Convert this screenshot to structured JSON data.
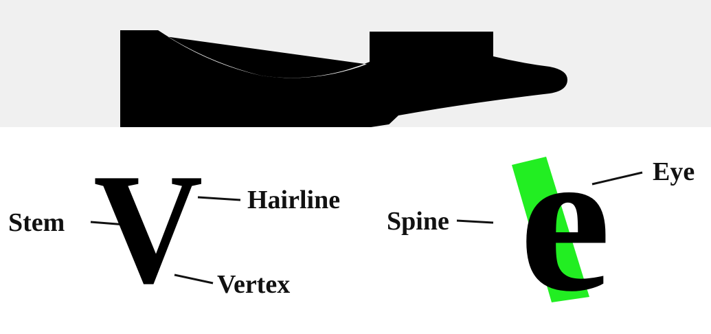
{
  "diagram": {
    "letters": {
      "v": "V",
      "e": "e"
    },
    "labels": {
      "stem": "Stem",
      "hairline": "Hairline",
      "vertex": "Vertex",
      "spine": "Spine",
      "eye": "Eye"
    },
    "colors": {
      "panel_background": "#f0f0f0",
      "glyph": "#000000",
      "spine_highlight": "#22ee22"
    }
  }
}
